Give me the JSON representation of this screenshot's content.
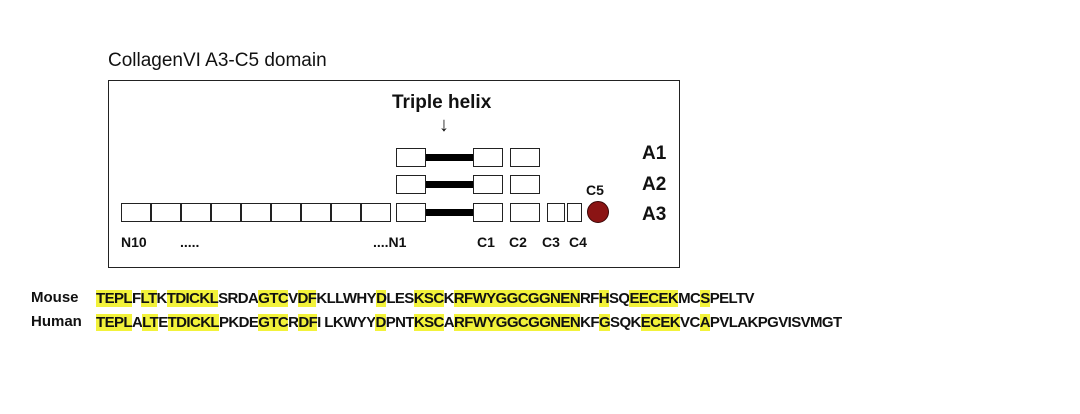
{
  "title": "CollagenVI A3-C5 domain",
  "diagram": {
    "helix_label": "Triple helix",
    "arrow": "↓",
    "chains": [
      "A1",
      "A2",
      "A3"
    ],
    "c5_label": "C5",
    "c5_color": "#8b1414",
    "domain_labels": {
      "n10": "N10",
      "dots": ".....",
      "n1": "....N1",
      "c1": "C1",
      "c2": "C2",
      "c3": "C3",
      "c4": "C4"
    }
  },
  "alignment": {
    "highlight_color": "#f2f23a",
    "mouse": {
      "name": "Mouse",
      "segments": [
        {
          "t": "TEPL",
          "h": true
        },
        {
          "t": "F",
          "h": false
        },
        {
          "t": "LT",
          "h": true
        },
        {
          "t": "K",
          "h": false
        },
        {
          "t": "TDICKL",
          "h": true
        },
        {
          "t": "SRDA",
          "h": false
        },
        {
          "t": "GTC",
          "h": true
        },
        {
          "t": "V",
          "h": false
        },
        {
          "t": "DF",
          "h": true
        },
        {
          "t": "KLLWHY",
          "h": false
        },
        {
          "t": "D",
          "h": true
        },
        {
          "t": "LES",
          "h": false
        },
        {
          "t": "KSC",
          "h": true
        },
        {
          "t": "K",
          "h": false
        },
        {
          "t": "RFWYGGCGGNEN",
          "h": true
        },
        {
          "t": "RF",
          "h": false
        },
        {
          "t": "H",
          "h": true
        },
        {
          "t": "SQ",
          "h": false
        },
        {
          "t": "EECEK",
          "h": true
        },
        {
          "t": "MC",
          "h": false
        },
        {
          "t": "S",
          "h": true
        },
        {
          "t": "PELTV",
          "h": false
        }
      ]
    },
    "human": {
      "name": "Human",
      "segments": [
        {
          "t": "TEPL",
          "h": true
        },
        {
          "t": "A",
          "h": false
        },
        {
          "t": "LT",
          "h": true
        },
        {
          "t": "E",
          "h": false
        },
        {
          "t": "TDICKL",
          "h": true
        },
        {
          "t": "PKDE",
          "h": false
        },
        {
          "t": "GTC",
          "h": true
        },
        {
          "t": "R",
          "h": false
        },
        {
          "t": "DF",
          "h": true
        },
        {
          "t": "I LKWYY",
          "h": false
        },
        {
          "t": "D",
          "h": true
        },
        {
          "t": "PNT",
          "h": false
        },
        {
          "t": "KSC",
          "h": true
        },
        {
          "t": "A",
          "h": false
        },
        {
          "t": "RFWYGGCGGNEN",
          "h": true
        },
        {
          "t": "KF",
          "h": false
        },
        {
          "t": "G",
          "h": true
        },
        {
          "t": "SQK",
          "h": false
        },
        {
          "t": "ECEK",
          "h": true
        },
        {
          "t": "VC",
          "h": false
        },
        {
          "t": "A",
          "h": true
        },
        {
          "t": "PVLAKPGVISVMGT",
          "h": false
        }
      ]
    }
  }
}
